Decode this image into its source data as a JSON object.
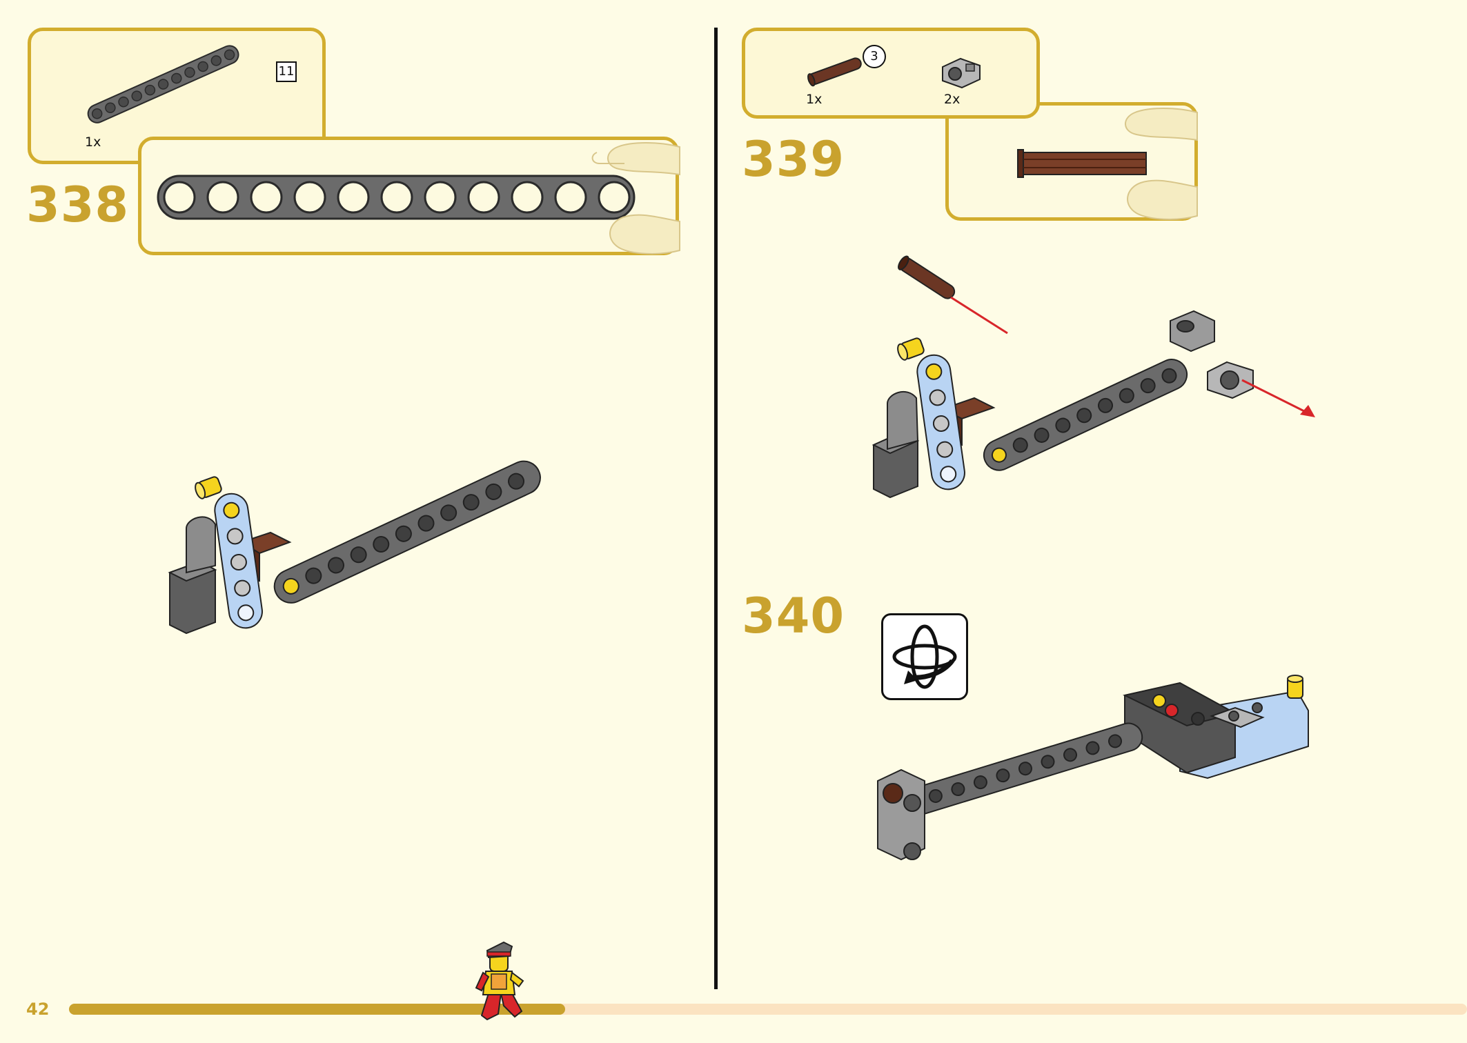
{
  "page": {
    "number": "42"
  },
  "progress": {
    "fraction": 0.355
  },
  "steps": [
    {
      "number": "338",
      "parts": [
        {
          "name": "technic-beam-11",
          "qty": "1x",
          "length_badge": "11"
        }
      ]
    },
    {
      "number": "339",
      "parts": [
        {
          "name": "axle-3",
          "qty": "1x",
          "length_badge": "3"
        },
        {
          "name": "axle-pin-connector",
          "qty": "2x"
        }
      ]
    },
    {
      "number": "340",
      "icons": [
        "rotate-model-icon"
      ]
    }
  ],
  "colors": {
    "accent_gold": "#c9a22e",
    "page_bg": "#fefce6",
    "beam_gray": "#6b6b6b",
    "beam_light_blue": "#b9d4f3",
    "axle_brown": "#6b3624",
    "pin_yellow": "#f5d41e",
    "pin_red": "#d8262a"
  }
}
